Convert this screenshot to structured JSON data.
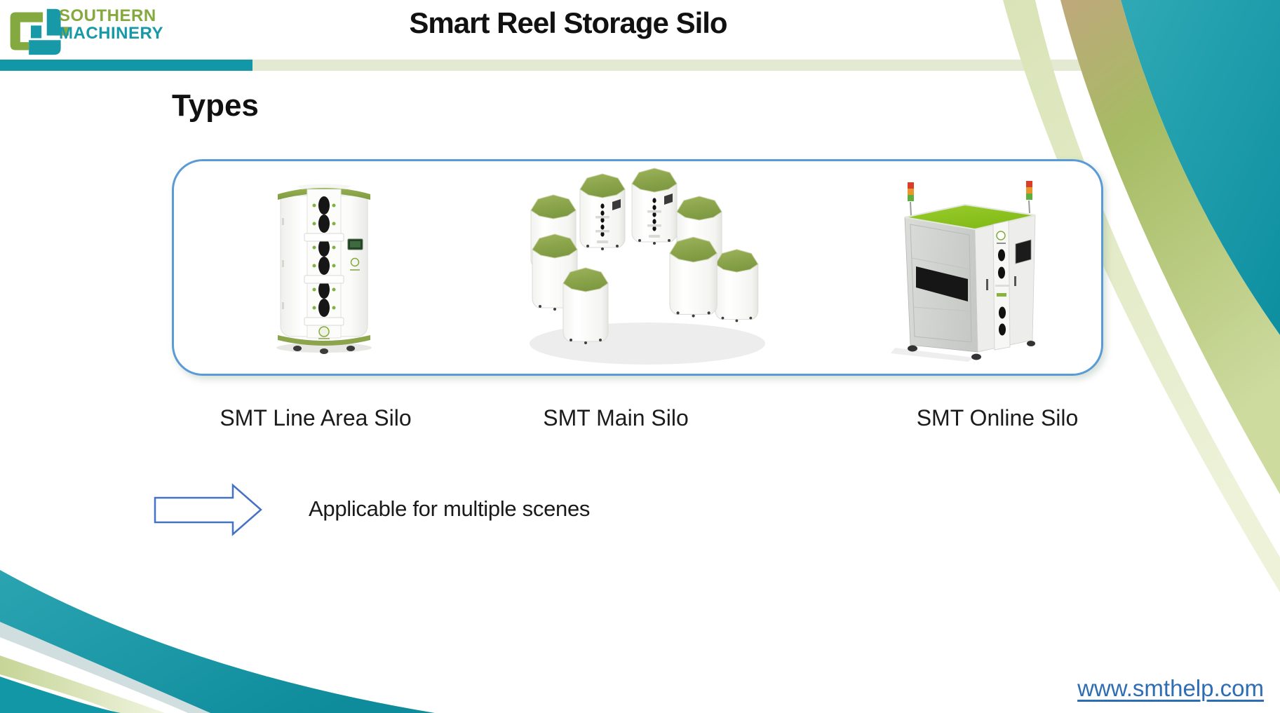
{
  "slide": {
    "title": "Smart Reel Storage Silo",
    "section_heading": "Types"
  },
  "logo": {
    "name": "Southern Machinery logo",
    "line1": "SOUTHERN",
    "line2": "MACHINERY"
  },
  "products": [
    {
      "label": "SMT Line Area Silo",
      "image": "tall cylindrical reel-storage silo, white body, olive-green top, vertical column of six black feeder slots, side display screen"
    },
    {
      "label": "SMT Main Silo",
      "image": "cluster of eight octagonal white silos with olive-green tops arranged in a circle"
    },
    {
      "label": "SMT Online Silo",
      "image": "cubic white machine with lime-green top, two red/amber/green signal towers, black feeder slots and side screen"
    }
  ],
  "callout": {
    "arrow_icon": "right-block-arrow",
    "text": "Applicable for multiple scenes"
  },
  "footer": {
    "website": "www.smthelp.com"
  },
  "colors": {
    "brand_teal": "#1297A7",
    "brand_green": "#84A93F",
    "header_bar_light": "#E4E9D1",
    "box_border_blue": "#5B9BD5",
    "arrow_blue": "#4472C4",
    "link_blue": "#2E6DB4",
    "silo_top_olive": "#8CA44B",
    "online_silo_top_lime": "#8CC21E",
    "swoosh_tan": "#BFA87C"
  }
}
